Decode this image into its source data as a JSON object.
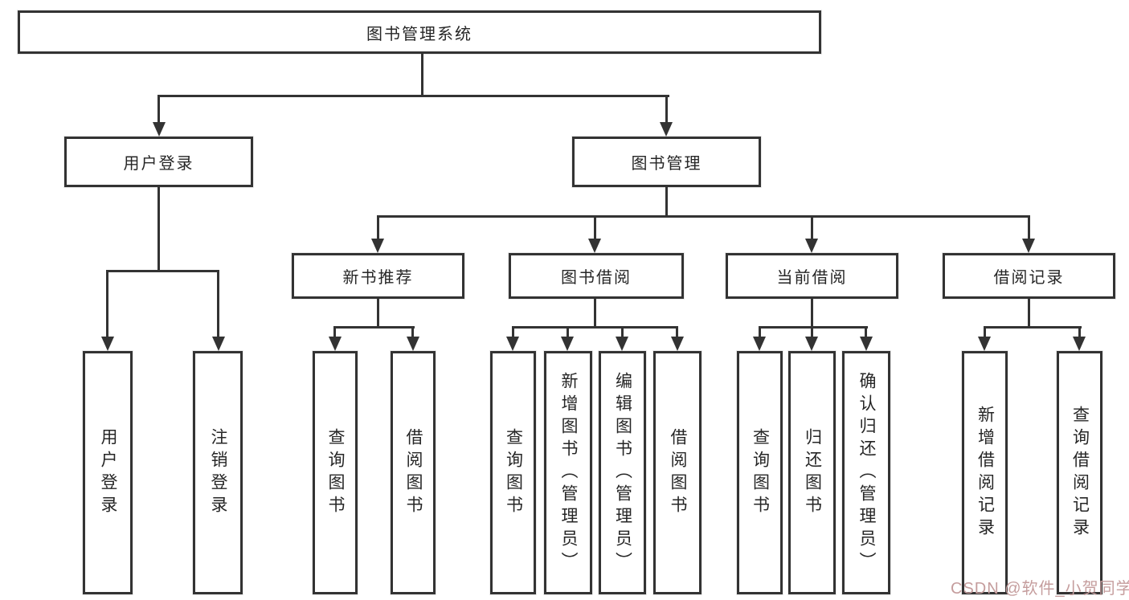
{
  "tree": {
    "root": {
      "label": "图书管理系统"
    },
    "branches": [
      {
        "label": "用户登录",
        "leaves": [
          {
            "label": "用户登录"
          },
          {
            "label": "注销登录"
          }
        ]
      },
      {
        "label": "图书管理",
        "groups": [
          {
            "label": "新书推荐",
            "leaves": [
              {
                "label": "查询图书"
              },
              {
                "label": "借阅图书"
              }
            ]
          },
          {
            "label": "图书借阅",
            "leaves": [
              {
                "label": "查询图书"
              },
              {
                "label": "新增图书（管理员）"
              },
              {
                "label": "编辑图书（管理员）"
              },
              {
                "label": "借阅图书"
              }
            ]
          },
          {
            "label": "当前借阅",
            "leaves": [
              {
                "label": "查询图书"
              },
              {
                "label": "归还图书"
              },
              {
                "label": "确认归还（管理员）"
              }
            ]
          },
          {
            "label": "借阅记录",
            "leaves": [
              {
                "label": "新增借阅记录"
              },
              {
                "label": "查询借阅记录"
              }
            ]
          }
        ]
      }
    ]
  },
  "watermark": {
    "text": "CSDN @软件_小贺同学"
  },
  "colors": {
    "line": "#333333",
    "text": "#262626",
    "watermark": "#c59d9d",
    "background": "#ffffff"
  }
}
